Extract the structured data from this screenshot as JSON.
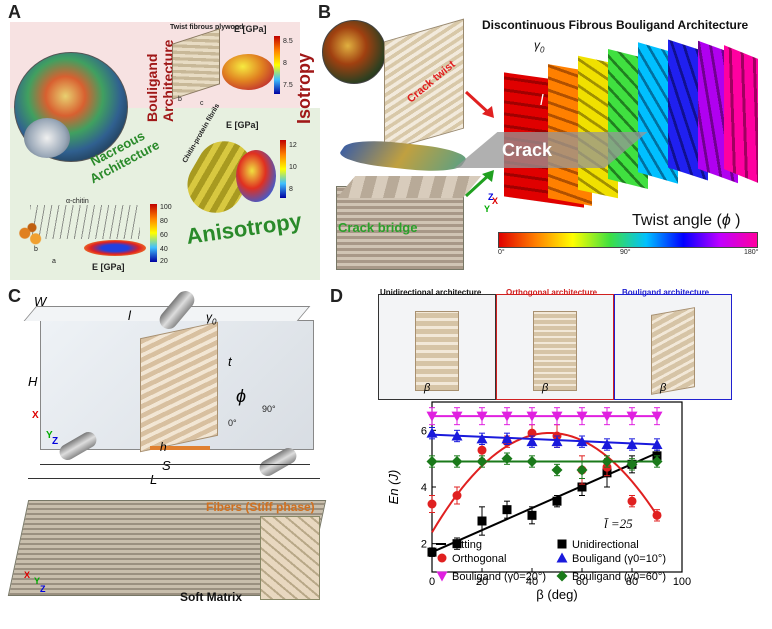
{
  "panels": {
    "A": {
      "label": "A",
      "bouligand": "Bouligand Architecture",
      "twist_plywood": "Twist fibrous plywood",
      "e_gpa_top": "E [GPa]",
      "top_ticks": [
        "8.5",
        "8",
        "7.5"
      ],
      "isotropy": "Isotropy",
      "nacreous": "Nacreous Architecture",
      "chitin_fibrils": "Chitin-protein fibrils",
      "e_gpa_mid": "E [GPa]",
      "mid_ticks": [
        "12",
        "10",
        "8"
      ],
      "alpha_chitin": "α-chitin",
      "bot_ticks": [
        "100",
        "80",
        "60",
        "40",
        "20"
      ],
      "e_gpa_bot": "E [GPa]",
      "anisotropy": "Anisotropy",
      "axis_b": "b",
      "axis_c": "c",
      "axis_a": "a"
    },
    "B": {
      "label": "B",
      "title": "Discontinuous Fibrous Bouligand Architecture",
      "crack_twist": "Crack twist",
      "crack": "Crack",
      "crack_bridge": "Crack bridge",
      "l": "l",
      "gamma": "γ",
      "gamma_sub": "0",
      "twist_angle": "Twist angle (",
      "phi": "ϕ",
      "twist_close": ")",
      "ticks": [
        "0°",
        "90°",
        "180°"
      ],
      "axis_x": "X",
      "axis_y": "Y",
      "axis_z": "Z"
    },
    "C": {
      "label": "C",
      "W": "W",
      "H": "H",
      "S": "S",
      "L": "L",
      "l": "l",
      "gamma": "γ",
      "gamma_sub": "0",
      "t": "t",
      "h": "h",
      "phi": "ϕ",
      "deg90": "90°",
      "deg0": "0°",
      "fibers": "Fibers (Stiff phase)",
      "matrix": "Soft Matrix",
      "axis_x": "X",
      "axis_y": "Y",
      "axis_z": "Z"
    },
    "D": {
      "label": "D",
      "arch_uni": "Unidirectional architecture",
      "arch_orth": "Orthogonal architecture",
      "arch_boul": "Bouligand architecture",
      "beta": "β",
      "lbar": "l̄ =25"
    }
  },
  "chart_data": {
    "type": "scatter",
    "title": "",
    "xlabel": "β (deg)",
    "ylabel": "En (J)",
    "xlim": [
      0,
      100
    ],
    "ylim": [
      1,
      7
    ],
    "xticks": [
      0,
      20,
      40,
      60,
      80,
      100
    ],
    "yticks": [
      2,
      4,
      6
    ],
    "grid": false,
    "legend_placement": "bottom",
    "legend": {
      "fitting": "Fitting",
      "unidirectional": "Unidirectional",
      "orthogonal": "Orthogonal",
      "boul10": "Bouligand (γ0=10°)",
      "boul20": "Bouligand (γ0=20°)",
      "boul60": "Bouligand (γ0=60°)"
    },
    "series": [
      {
        "name": "Unidirectional",
        "color": "#000000",
        "marker": "square",
        "x": [
          0,
          10,
          20,
          30,
          40,
          50,
          60,
          70,
          80,
          90
        ],
        "y": [
          1.7,
          2.0,
          2.8,
          3.2,
          3.0,
          3.5,
          4.0,
          4.5,
          4.8,
          5.1
        ],
        "err": [
          0.15,
          0.2,
          0.5,
          0.3,
          0.3,
          0.2,
          0.3,
          0.5,
          0.3,
          0.2
        ],
        "fit": {
          "kind": "linear",
          "points": [
            [
              0,
              1.7
            ],
            [
              90,
              5.2
            ]
          ]
        }
      },
      {
        "name": "Orthogonal",
        "color": "#e02020",
        "marker": "circle",
        "x": [
          0,
          10,
          20,
          30,
          40,
          50,
          60,
          70,
          80,
          90
        ],
        "y": [
          3.4,
          3.7,
          5.3,
          5.6,
          5.9,
          5.8,
          4.6,
          4.7,
          3.5,
          3.0
        ],
        "err": [
          0.3,
          0.3,
          0.3,
          0.2,
          0.3,
          0.4,
          0.5,
          0.3,
          0.2,
          0.2
        ],
        "fit": {
          "kind": "quadratic",
          "points": [
            [
              0,
              2.4
            ],
            [
              45,
              5.9
            ],
            [
              90,
              3.0
            ]
          ]
        }
      },
      {
        "name": "Bouligand (γ0=10°)",
        "color": "#1a1adc",
        "marker": "triangle",
        "x": [
          0,
          10,
          20,
          30,
          40,
          50,
          60,
          70,
          80,
          90
        ],
        "y": [
          5.9,
          5.8,
          5.7,
          5.7,
          5.6,
          5.6,
          5.6,
          5.5,
          5.5,
          5.5
        ],
        "err": [
          0.2,
          0.2,
          0.2,
          0.2,
          0.2,
          0.2,
          0.2,
          0.2,
          0.2,
          0.2
        ],
        "fit": {
          "kind": "linear",
          "points": [
            [
              0,
              5.85
            ],
            [
              90,
              5.5
            ]
          ]
        }
      },
      {
        "name": "Bouligand (γ0=20°)",
        "color": "#e020e0",
        "marker": "triangle-down",
        "x": [
          0,
          10,
          20,
          30,
          40,
          50,
          60,
          70,
          80,
          90
        ],
        "y": [
          6.5,
          6.5,
          6.5,
          6.5,
          6.5,
          6.5,
          6.5,
          6.5,
          6.5,
          6.5
        ],
        "err": [
          0.3,
          0.3,
          0.3,
          0.3,
          0.3,
          0.3,
          0.3,
          0.3,
          0.3,
          0.3
        ],
        "fit": {
          "kind": "linear",
          "points": [
            [
              0,
              6.5
            ],
            [
              90,
              6.5
            ]
          ]
        }
      },
      {
        "name": "Bouligand (γ0=60°)",
        "color": "#1a7a1a",
        "marker": "diamond",
        "x": [
          0,
          10,
          20,
          30,
          40,
          50,
          60,
          70,
          80,
          90
        ],
        "y": [
          4.9,
          4.9,
          4.9,
          5.0,
          4.9,
          4.6,
          4.6,
          4.9,
          4.8,
          4.9
        ],
        "err": [
          0.2,
          0.2,
          0.2,
          0.2,
          0.2,
          0.2,
          0.3,
          0.2,
          0.2,
          0.2
        ],
        "fit": {
          "kind": "linear",
          "points": [
            [
              0,
              4.9
            ],
            [
              90,
              4.9
            ]
          ]
        }
      }
    ]
  }
}
